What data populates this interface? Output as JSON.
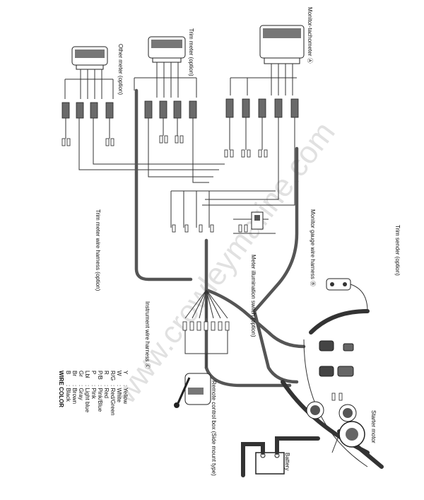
{
  "watermark": "www.crowleymarine.com",
  "labels": {
    "other_meter": "Other meter (option)",
    "trim_meter": "Trim meter (option)",
    "monitor_tach": "Monitor-tachometer Ⓐ",
    "trim_harness": "Trim meter wire harness (option)",
    "gauge_harness": "Monitor gauge wire harness Ⓑ",
    "illum_switch": "Meter illumination switch (option)",
    "trim_sender": "Trim sender (option)",
    "instrument_harness": "Instrument wire harness Ⓒ",
    "remote_box": "Remote control box (Side mount type)",
    "starter_motor": "Starter motor",
    "battery": "Battery"
  },
  "wire_color": {
    "title": "WIRE COLOR",
    "entries": [
      {
        "code": "B",
        "name": ": Black"
      },
      {
        "code": "Br",
        "name": ": Brown"
      },
      {
        "code": "Gr",
        "name": ": Gray"
      },
      {
        "code": "Lbl",
        "name": ": Light blue"
      },
      {
        "code": "P",
        "name": ": Pink"
      },
      {
        "code": "P/B",
        "name": ": Pink/Blue"
      },
      {
        "code": "R",
        "name": ": Red"
      },
      {
        "code": "R/G",
        "name": ": Red/Green"
      },
      {
        "code": "W",
        "name": ": White"
      },
      {
        "code": "Y",
        "name": ": Yellow"
      }
    ]
  }
}
